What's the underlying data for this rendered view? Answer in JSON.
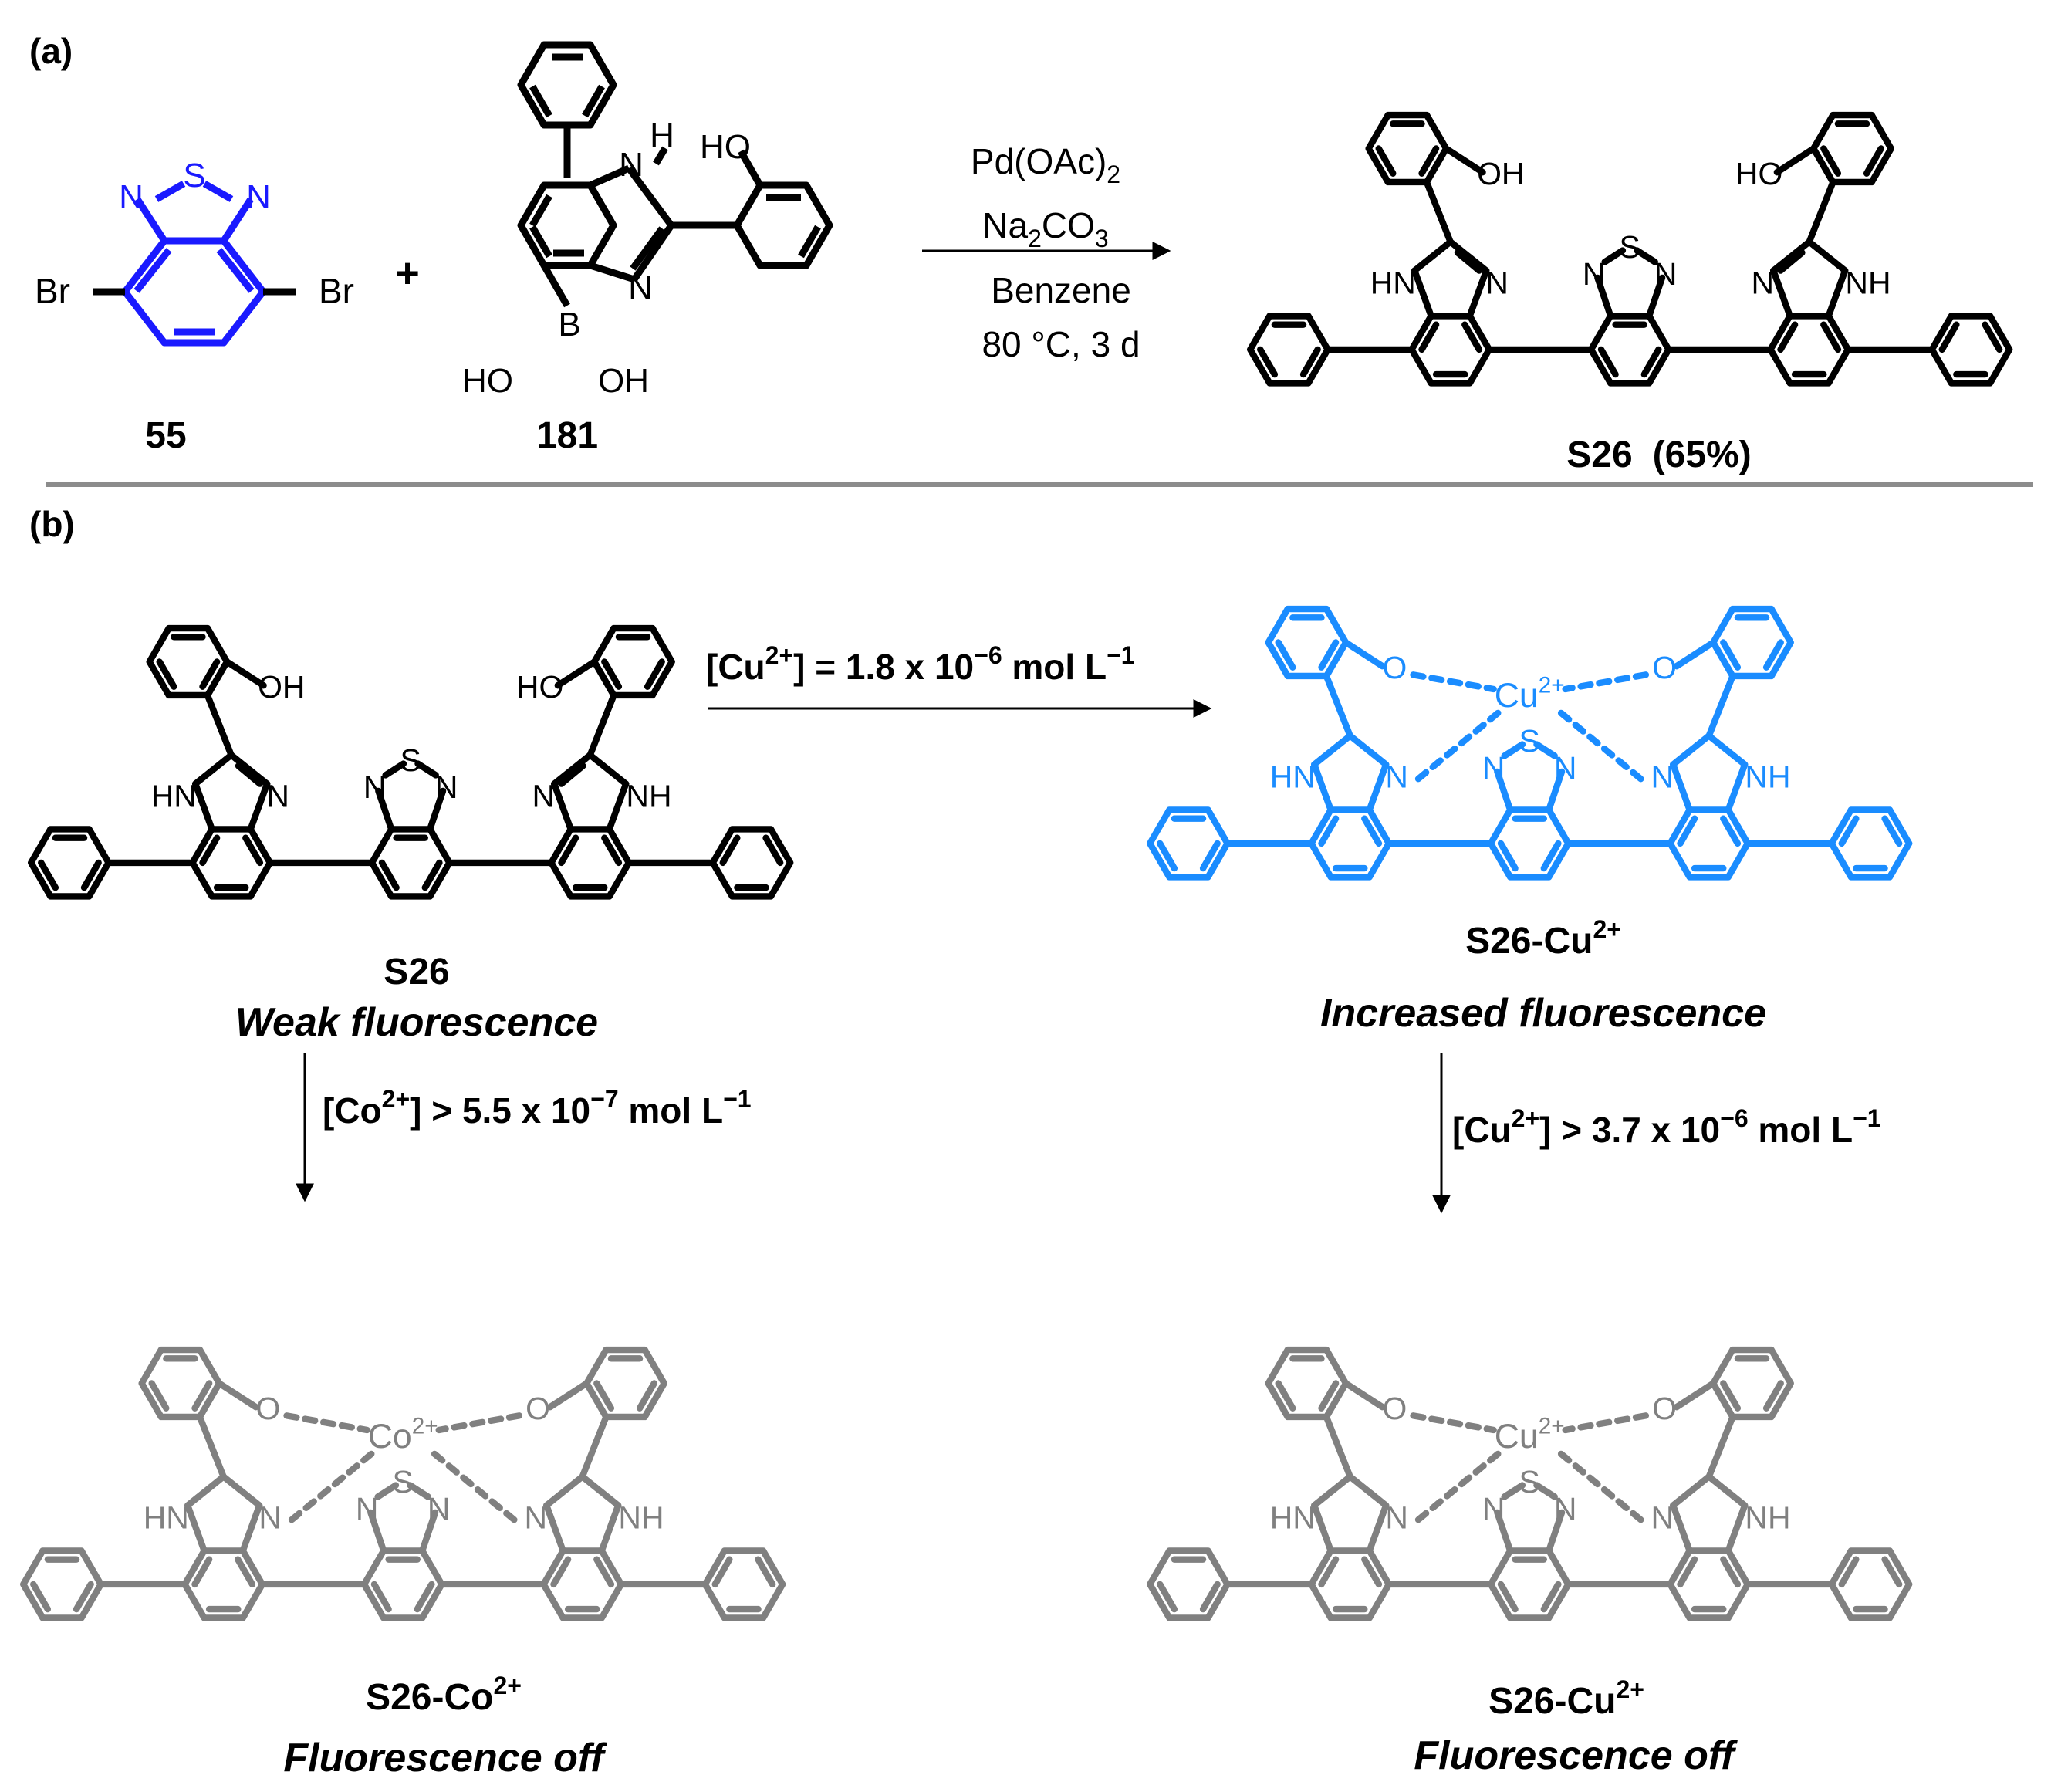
{
  "panel_a": {
    "label": "(a)",
    "reactant1": {
      "id": "55",
      "atoms": {
        "s": "S",
        "n1": "N",
        "n2": "N",
        "br1": "Br",
        "br2": "Br"
      }
    },
    "plus": "+",
    "reactant2": {
      "id": "181",
      "atoms": {
        "h": "H",
        "n1": "N",
        "n2": "N",
        "oh": "HO",
        "b": "B",
        "bo1": "HO",
        "bo2": "OH"
      }
    },
    "conditions": {
      "reagent1": "Pd(OAc)",
      "reagent1_sub": "2",
      "reagent2_a": "Na",
      "reagent2_sub1": "2",
      "reagent2_b": "CO",
      "reagent2_sub2": "3",
      "solvent": "Benzene",
      "temp_time": "80 °C, 3 d"
    },
    "product": {
      "id": "S26",
      "yield": "(65%)",
      "atoms": {
        "oh_left": "OH",
        "oh_right": "HO",
        "hn": "HN",
        "nh": "NH",
        "n": "N",
        "s": "S"
      }
    }
  },
  "panel_b": {
    "label": "(b)",
    "s26": {
      "id": "S26",
      "desc": "Weak fluorescence"
    },
    "arrow_right": {
      "text": "[Cu",
      "sup": "2+",
      "rest": "] = 1.8 x 10",
      "exp": "−6",
      "unit": " mol L",
      "unit_exp": "−1"
    },
    "cu_complex_top": {
      "id": "S26-Cu",
      "id_sup": "2+",
      "desc": "Increased fluorescence",
      "metal": "Cu",
      "metal_sup": "2+",
      "o": "O"
    },
    "arrow_left_down": {
      "text": "[Co",
      "sup": "2+",
      "rest": "] > 5.5 x 10",
      "exp": "−7",
      "unit": " mol L",
      "unit_exp": "−1"
    },
    "arrow_right_down": {
      "text": "[Cu",
      "sup": "2+",
      "rest": "] > 3.7 x 10",
      "exp": "−6",
      "unit": " mol L",
      "unit_exp": "−1"
    },
    "co_complex": {
      "id": "S26-Co",
      "id_sup": "2+",
      "desc": "Fluorescence off",
      "metal": "Co",
      "metal_sup": "2+"
    },
    "cu_complex_bottom": {
      "id": "S26-Cu",
      "id_sup": "2+",
      "desc": "Fluorescence off",
      "metal": "Cu",
      "metal_sup": "2+"
    }
  },
  "colors": {
    "black": "#000000",
    "blue_core": "#1a1aff",
    "blue_complex": "#1a8cff",
    "grey": "#808080",
    "divider": "#8c8c8c"
  }
}
